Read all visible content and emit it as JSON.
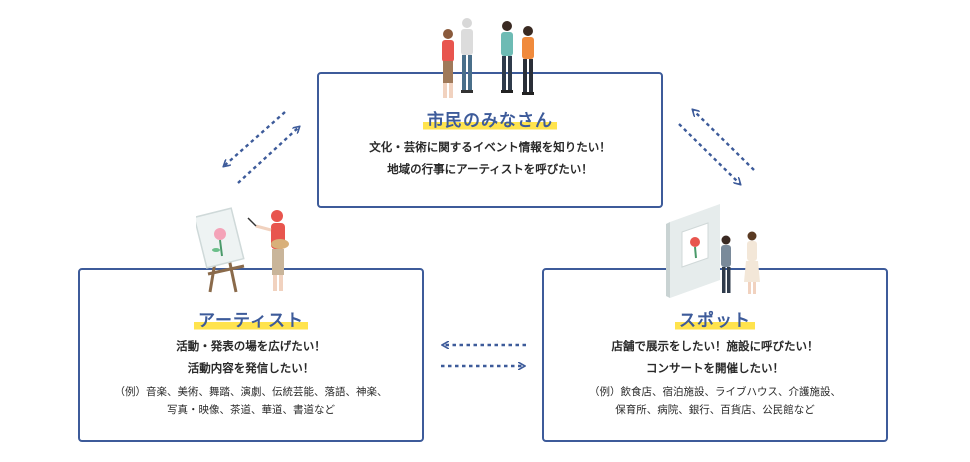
{
  "citizens": {
    "title": "市民のみなさん",
    "lines": [
      "文化・芸術に関するイベント情報を知りたい！",
      "地域の行事にアーティストを呼びたい！"
    ]
  },
  "artist": {
    "title": "アーティスト",
    "lines": [
      "活動・発表の場を広げたい！",
      "活動内容を発信したい！"
    ],
    "examples": [
      "（例）音楽、美術、舞踏、演劇、伝統芸能、落語、神楽、",
      "写真・映像、茶道、華道、書道など"
    ]
  },
  "spot": {
    "title": "スポット",
    "lines": [
      "店舗で展示をしたい！施設に呼びたい！",
      "コンサートを開催したい！"
    ],
    "examples": [
      "（例）飲食店、宿泊施設、ライブハウス、介護施設、",
      "保育所、病院、銀行、百貨店、公民館など"
    ]
  },
  "colors": {
    "border": "#3d5b9a",
    "title": "#3d5b9a",
    "highlight": "#ffe34d",
    "arrow": "#3d5b9a"
  }
}
